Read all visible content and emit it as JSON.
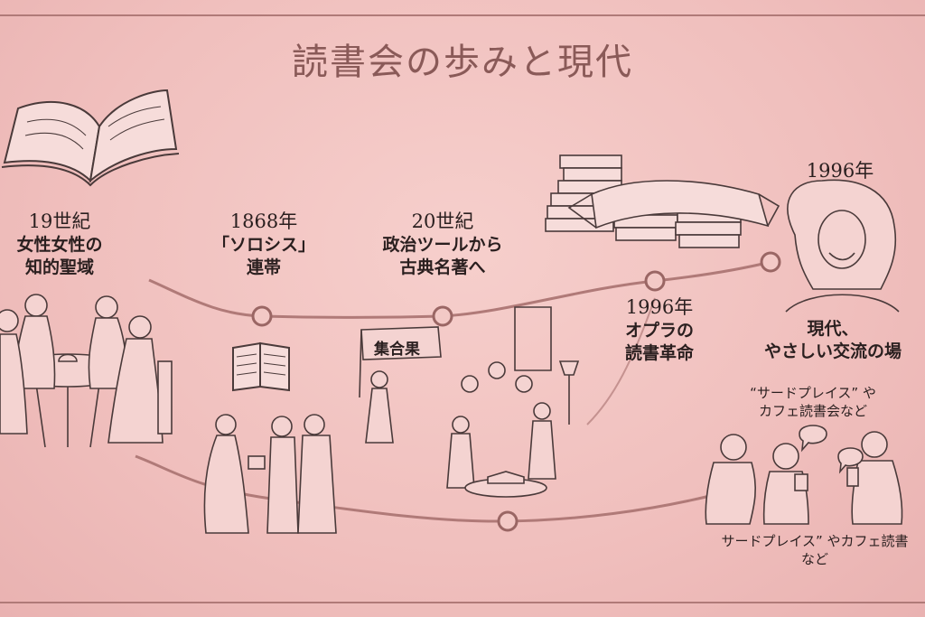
{
  "title": "読書会の歩みと現代",
  "events": [
    {
      "year": "19世紀",
      "line1": "女性女性の",
      "line2": "知的聖域"
    },
    {
      "year": "1868年",
      "line1": "「ソロシス」",
      "line2": "連帯"
    },
    {
      "year": "20世紀",
      "line1": "政治ツールから",
      "line2": "古典名著へ"
    },
    {
      "year": "1996年",
      "line1": "オプラの",
      "line2": "読書革命"
    },
    {
      "year": "1996年",
      "line1": "現代、",
      "line2": "やさしい交流の場"
    }
  ],
  "modern_note": {
    "line1": "“サードプレイス” や",
    "line2": "カフェ読書会など"
  },
  "bottom_note": {
    "line1": "サードプレイス” やカフェ読書",
    "line2": "など"
  },
  "banner_text": "集合果"
}
